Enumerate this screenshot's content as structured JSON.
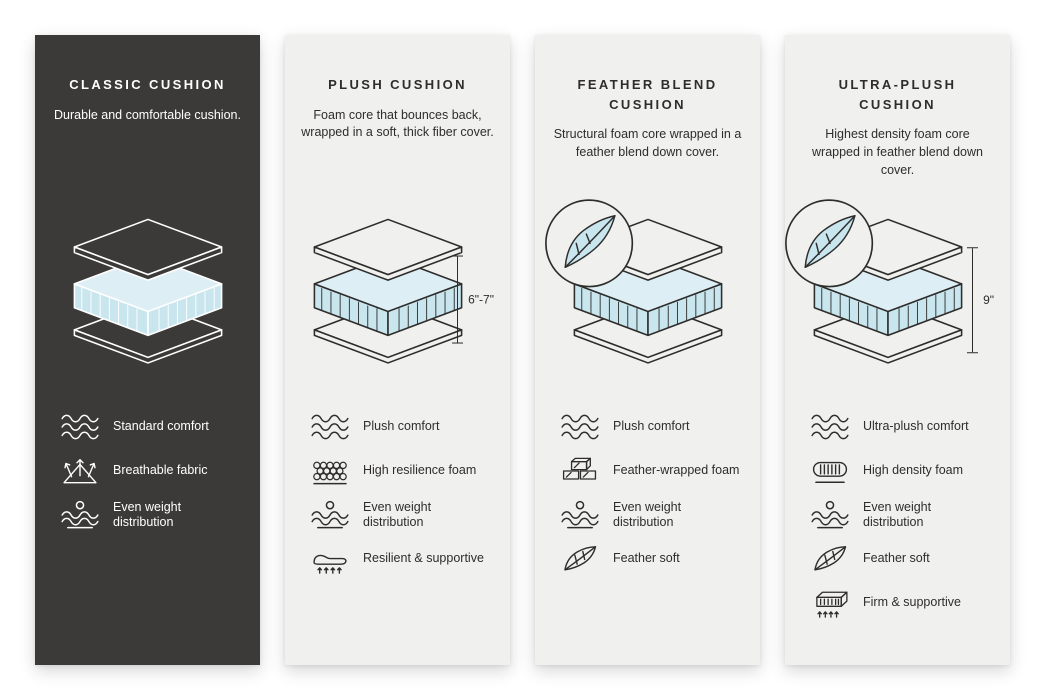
{
  "page": {
    "background": "#ffffff"
  },
  "colors": {
    "dark_card_background": "#3b3a39",
    "light_card_background": "#f0f0ee",
    "line_dark": "#2e2d2c",
    "line_light": "#ffffff",
    "foam_side": "#c9e6ee",
    "foam_top": "#ddeff4"
  },
  "cards": [
    {
      "title": "CLASSIC CUSHION",
      "description": "Durable and comfortable cushion.",
      "theme": "dark",
      "diagram": {
        "feather_badge": false,
        "height_label": ""
      },
      "features": [
        {
          "icon": "waves-icon",
          "label": "Standard comfort"
        },
        {
          "icon": "breathable-icon",
          "label": "Breathable fabric"
        },
        {
          "icon": "weight-distribution-icon",
          "label": "Even weight distribution"
        }
      ]
    },
    {
      "title": "PLUSH CUSHION",
      "description": "Foam core that bounces back, wrapped in a soft, thick fiber cover.",
      "theme": "light",
      "diagram": {
        "feather_badge": false,
        "height_label": "6\"-7\""
      },
      "features": [
        {
          "icon": "waves-icon",
          "label": "Plush comfort"
        },
        {
          "icon": "foam-bubbles-icon",
          "label": "High resilience foam"
        },
        {
          "icon": "weight-distribution-icon",
          "label": "Even weight distribution"
        },
        {
          "icon": "spring-icon",
          "label": "Resilient & supportive"
        }
      ]
    },
    {
      "title": "FEATHER BLEND CUSHION",
      "description": "Structural foam core wrapped in a feather blend down cover.",
      "theme": "light",
      "diagram": {
        "feather_badge": true,
        "height_label": ""
      },
      "features": [
        {
          "icon": "waves-icon",
          "label": "Plush comfort"
        },
        {
          "icon": "bricks-icon",
          "label": "Feather-wrapped foam"
        },
        {
          "icon": "weight-distribution-icon",
          "label": "Even weight distribution"
        },
        {
          "icon": "feather-icon",
          "label": "Feather soft"
        }
      ]
    },
    {
      "title": "ULTRA-PLUSH CUSHION",
      "description": "Highest density foam core wrapped in feather blend down cover.",
      "theme": "light",
      "diagram": {
        "feather_badge": true,
        "height_label": "9\""
      },
      "features": [
        {
          "icon": "waves-icon",
          "label": "Ultra-plush comfort"
        },
        {
          "icon": "density-foam-icon",
          "label": "High density foam"
        },
        {
          "icon": "weight-distribution-icon",
          "label": "Even weight distribution"
        },
        {
          "icon": "feather-icon",
          "label": "Feather soft"
        },
        {
          "icon": "firm-icon",
          "label": "Firm & supportive"
        }
      ]
    }
  ]
}
